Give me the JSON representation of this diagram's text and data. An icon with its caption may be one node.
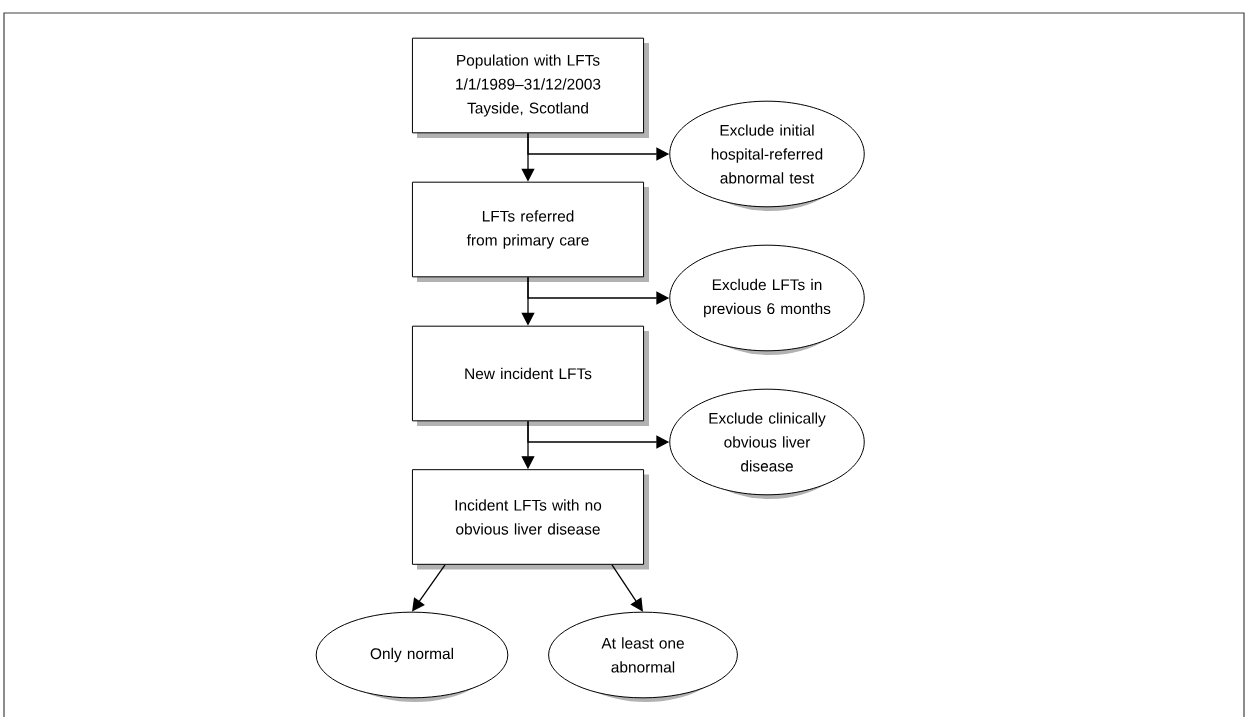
{
  "diagram": {
    "nodes": [
      {
        "text": [
          "Population with LFTs 1/1/1989–31/12/2003 Tayside, Scotland"
        ]
      },
      {
        "text": [
          "Exclude initial hospital-referred abnormal test"
        ]
      },
      {
        "text": [
          "LFTs referred from primary care"
        ]
      },
      {
        "text": [
          "Exclude LFTs in previous 6 months"
        ]
      },
      {
        "text": [
          "New incident LFTs"
        ]
      },
      {
        "text": [
          "Exclude clinically obvious liver disease"
        ]
      },
      {
        "text": [
          "Incident LFTs with no obvious liver disease"
        ]
      },
      {
        "text": [
          "Only normal"
        ]
      },
      {
        "text": [
          "At least one abnormal"
        ]
      }
    ],
    "edges": [
      {
        "from": 0,
        "to": 2,
        "arrow": "to"
      },
      {
        "from": 0,
        "to": 1,
        "arrow": "to"
      },
      {
        "from": 2,
        "to": 4,
        "arrow": "to"
      },
      {
        "from": 2,
        "to": 3,
        "arrow": "to"
      },
      {
        "from": 4,
        "to": 6,
        "arrow": "to"
      },
      {
        "from": 4,
        "to": 5,
        "arrow": "to"
      },
      {
        "from": 6,
        "to": 7,
        "arrow": "to"
      },
      {
        "from": 6,
        "to": 8,
        "arrow": "to"
      }
    ]
  }
}
